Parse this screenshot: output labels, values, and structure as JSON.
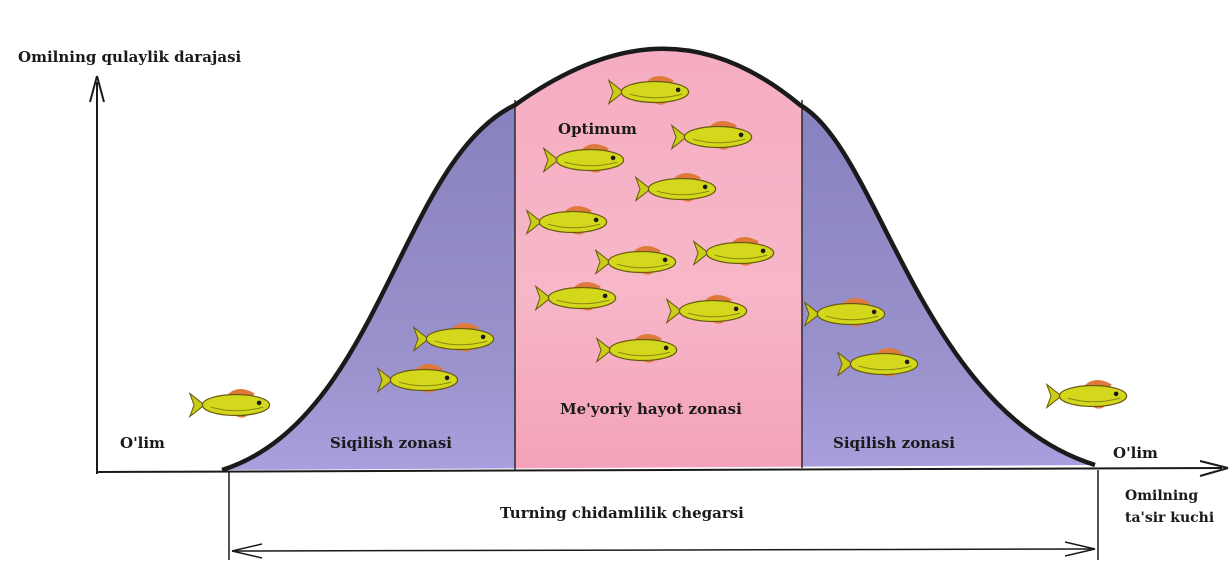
{
  "diagram": {
    "y_axis_label": "Omilning qulaylik darajasi",
    "x_axis_label_line1": "Omilning",
    "x_axis_label_line2": "ta'sir kuchi",
    "death_left": "O'lim",
    "death_right": "O'lim",
    "optimum": "Optimum",
    "normal_zone": "Me'yoriy hayot zonasi",
    "stress_zone_left": "Siqilish zonasi",
    "stress_zone_right": "Siqilish zonasi",
    "tolerance_range": "Turning chidamlilik chegarsi"
  },
  "colors": {
    "optimum_zone": "#f6b3c6",
    "optimum_zone_center": "#f39ab4",
    "stress_zone_top": "#8e86bf",
    "stress_zone_bottom": "#a79cdc",
    "curve": "#1a1a1a",
    "fish_body": "#d4d81c",
    "fish_fin": "#e07a3c"
  },
  "icons": [
    "fish-icon"
  ]
}
